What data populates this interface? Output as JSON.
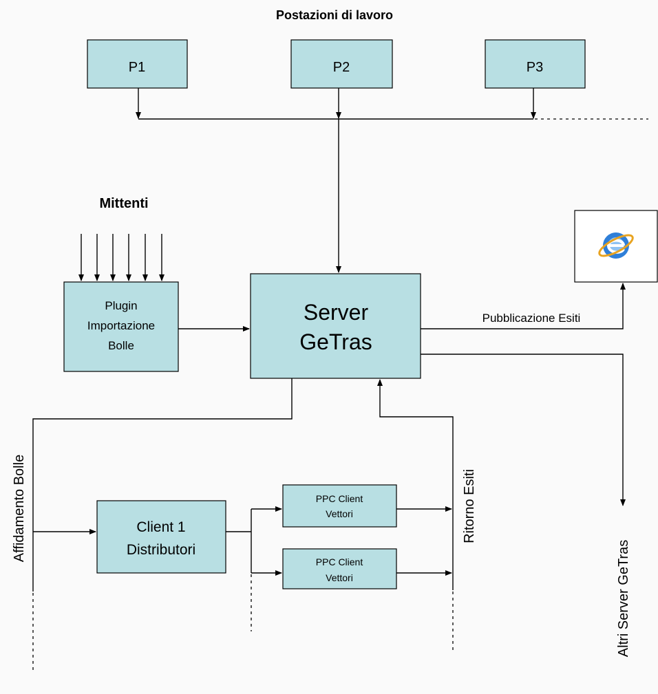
{
  "title": "Postazioni di lavoro",
  "workstations": [
    "P1",
    "P2",
    "P3"
  ],
  "senders_label": "Mittenti",
  "plugin": [
    "Plugin",
    "Importazione",
    "Bolle"
  ],
  "server": [
    "Server",
    "GeTras"
  ],
  "publish_label": "Pubblicazione Esiti",
  "browser_icon": "internet-explorer-icon",
  "assign_label": "Affidamento Bolle",
  "client": [
    "Client 1",
    "Distributori"
  ],
  "ppc_clients": [
    [
      "PPC Client",
      "Vettori"
    ],
    [
      "PPC Client",
      "Vettori"
    ]
  ],
  "return_label": "Ritorno Esiti",
  "other_servers_label": "Altri Server GeTras",
  "colors": {
    "box_fill": "#b8dfe3",
    "stroke": "#000000",
    "background": "#fafafa"
  }
}
